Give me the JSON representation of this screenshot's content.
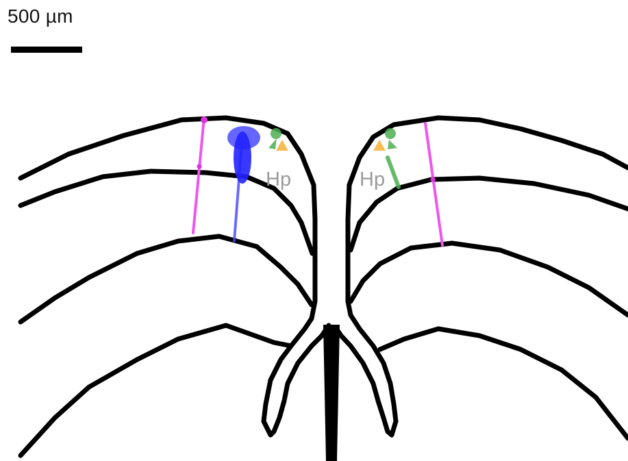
{
  "scale_bar": {
    "label": "500 µm"
  },
  "regions": {
    "left_label": "Hp",
    "right_label": "Hp"
  },
  "colors": {
    "outline": "#000000",
    "magenta_track": "#ee55ee",
    "blue_track": "#3333ff",
    "green_marker": "#4caf50",
    "yellow_marker": "#f5b642",
    "label_gray": "#9a9a9a"
  }
}
